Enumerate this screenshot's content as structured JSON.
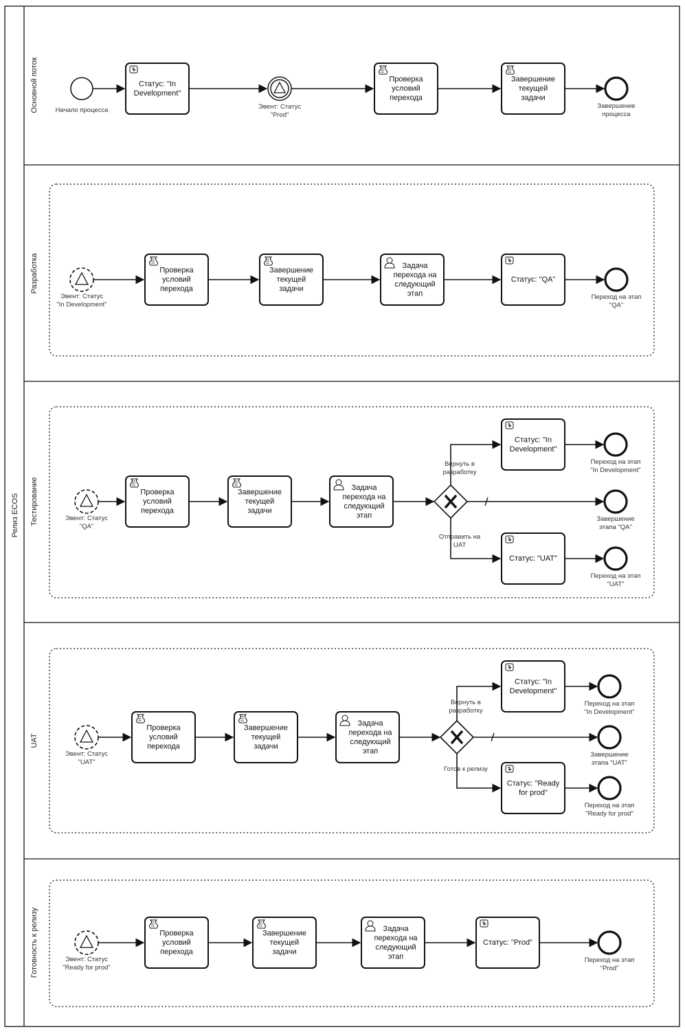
{
  "pool": {
    "title": "Релиз ECOS"
  },
  "lanes": {
    "main": {
      "title": "Основной поток"
    },
    "dev": {
      "title": "Разработка"
    },
    "qa": {
      "title": "Тестирование"
    },
    "uat": {
      "title": "UAT"
    },
    "ready": {
      "title": "Готовность к релизу"
    }
  },
  "main": {
    "start": [
      "Начало процесса"
    ],
    "t1": [
      "Статус: \"In",
      "Development\""
    ],
    "ev": [
      "Эвент: Статус",
      "\"Prod\""
    ],
    "t2": [
      "Проверка",
      "условий",
      "перехода"
    ],
    "t3": [
      "Завершение",
      "текущей",
      "задачи"
    ],
    "end": [
      "Завершение",
      "процесса"
    ]
  },
  "dev": {
    "start": [
      "Эвент: Статус",
      "\"In Development\""
    ],
    "t1": [
      "Проверка",
      "условий",
      "перехода"
    ],
    "t2": [
      "Завершение",
      "текущей",
      "задачи"
    ],
    "t3": [
      "Задача",
      "перехода на",
      "следующий",
      "этап"
    ],
    "t4": [
      "Статус: \"QA\""
    ],
    "end": [
      "Переход на этап",
      "\"QA\""
    ]
  },
  "qa": {
    "start": [
      "Эвент: Статус",
      "\"QA\""
    ],
    "t1": [
      "Проверка",
      "условий",
      "перехода"
    ],
    "t2": [
      "Завершение",
      "текущей",
      "задачи"
    ],
    "t3": [
      "Задача",
      "перехода на",
      "следующий",
      "этап"
    ],
    "flowUp": [
      "Вернуть в",
      "разработку"
    ],
    "flowDown": [
      "Отправить на",
      "UAT"
    ],
    "t4": [
      "Статус: \"In",
      "Development\""
    ],
    "t5": [
      "Статус: \"UAT\""
    ],
    "end1": [
      "Переход на этап",
      "\"In Development\""
    ],
    "end2": [
      "Завершение",
      "этапа \"QA\""
    ],
    "end3": [
      "Переход на этап",
      "\"UAT\""
    ]
  },
  "uat": {
    "start": [
      "Эвент: Статус",
      "\"UAT\""
    ],
    "t1": [
      "Проверка",
      "условий",
      "перехода"
    ],
    "t2": [
      "Завершение",
      "текущей",
      "задачи"
    ],
    "t3": [
      "Задача",
      "перехода на",
      "следующий",
      "этап"
    ],
    "flowUp": [
      "Вернуть в",
      "разработку"
    ],
    "flowDown": [
      "Готов к релизу"
    ],
    "t4": [
      "Статус: \"In",
      "Development\""
    ],
    "t5": [
      "Статус: \"Ready",
      "for prod\""
    ],
    "end1": [
      "Переход на этап",
      "\"In Development\""
    ],
    "end2": [
      "Завершение",
      "этапа \"UAT\""
    ],
    "end3": [
      "Переход на этап",
      "\"Ready for prod\""
    ]
  },
  "ready": {
    "start": [
      "Эвент: Статус",
      "\"Ready for prod\""
    ],
    "t1": [
      "Проверка",
      "условий",
      "перехода"
    ],
    "t2": [
      "Завершение",
      "текущей",
      "задачи"
    ],
    "t3": [
      "Задача",
      "перехода на",
      "следующий",
      "этап"
    ],
    "t4": [
      "Статус: \"Prod\""
    ],
    "end": [
      "Переход на этап",
      "\"Prod\""
    ]
  },
  "colors": {
    "stroke": "#111111",
    "background": "#ffffff",
    "text": "#222222"
  },
  "icons": {
    "status": "status-icon",
    "script": "script-icon",
    "user": "user-icon",
    "signal": "signal-icon",
    "gateway": "exclusive-gateway-icon"
  }
}
